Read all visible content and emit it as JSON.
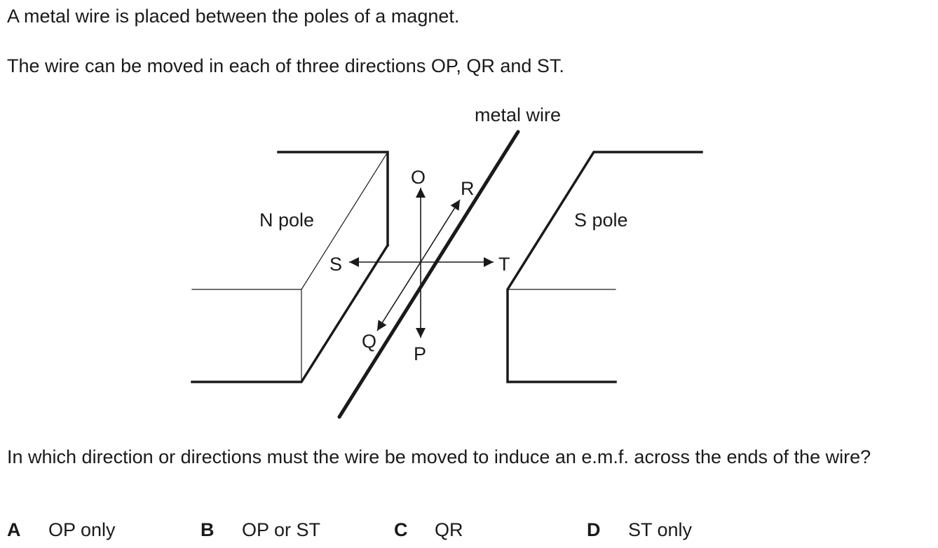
{
  "question": {
    "line1": "A metal wire is placed between the poles of a magnet.",
    "line2": "The wire can be moved in each of three directions OP, QR and ST.",
    "prompt": "In which direction or directions must the wire be moved to induce an e.m.f. across the ends of the wire?"
  },
  "diagram": {
    "wire_label": "metal wire",
    "n_pole_label": "N pole",
    "s_pole_label": "S pole",
    "dir_O": "O",
    "dir_P": "P",
    "dir_Q": "Q",
    "dir_R": "R",
    "dir_S": "S",
    "dir_T": "T"
  },
  "options": [
    {
      "letter": "A",
      "text": "OP only"
    },
    {
      "letter": "B",
      "text": "OP or ST"
    },
    {
      "letter": "C",
      "text": "QR"
    },
    {
      "letter": "D",
      "text": "ST only"
    }
  ]
}
